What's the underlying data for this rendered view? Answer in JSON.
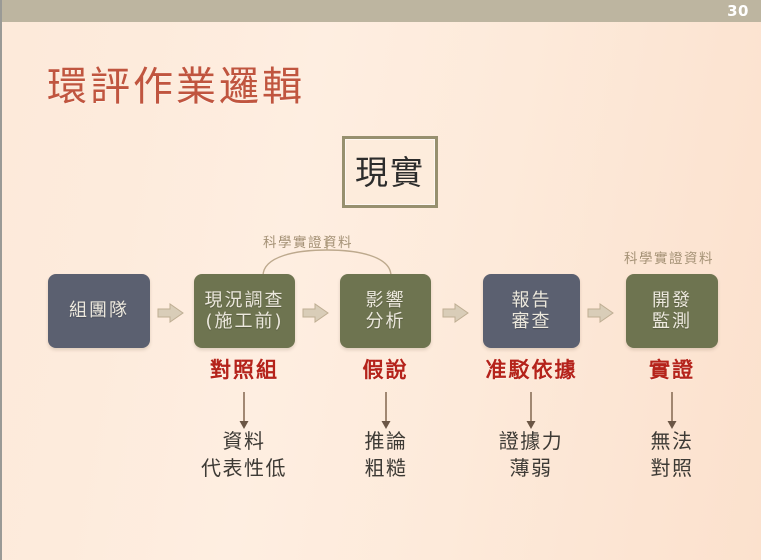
{
  "slide": {
    "page_number": "30",
    "title": "環評作業邏輯",
    "colors": {
      "background": "#fdeada",
      "topbar": "#bdb5a0",
      "title_text": "#c0553f",
      "box_slate": "#5b6070",
      "box_olive": "#6e7450",
      "caption_red": "#b5231b",
      "annotation": "#a59276",
      "reality_border": "#97906f",
      "arrow_fill": "#d9cdb8",
      "down_arrow": "#6b5645"
    }
  },
  "reality": {
    "label": "現實"
  },
  "annotations": [
    {
      "id": "left",
      "text": "科學實證資料"
    },
    {
      "id": "right",
      "text": "科學實證資料"
    }
  ],
  "process": {
    "boxes": [
      {
        "id": "box1",
        "style": "slate",
        "lines": [
          "組團隊"
        ],
        "caption": "",
        "note": []
      },
      {
        "id": "box2",
        "style": "olive",
        "lines": [
          "現況調查",
          "(施工前)"
        ],
        "caption": "對照組",
        "note": [
          "資料",
          "代表性低"
        ]
      },
      {
        "id": "box3",
        "style": "olive",
        "lines": [
          "影響",
          "分析"
        ],
        "caption": "假說",
        "note": [
          "推論",
          "粗糙"
        ]
      },
      {
        "id": "box4",
        "style": "slate",
        "lines": [
          "報告",
          "審查"
        ],
        "caption": "准駁依據",
        "note": [
          "證據力",
          "薄弱"
        ]
      },
      {
        "id": "box5",
        "style": "olive",
        "lines": [
          "開發",
          "監測"
        ],
        "caption": "實證",
        "note": [
          "無法",
          "對照"
        ]
      }
    ],
    "arrow_count": 4
  },
  "flat": {
    "box1_l1": "組團隊",
    "box2_l1": "現況調查",
    "box2_l2": "(施工前)",
    "box3_l1": "影響",
    "box3_l2": "分析",
    "box4_l1": "報告",
    "box4_l2": "審查",
    "box5_l1": "開發",
    "box5_l2": "監測",
    "cap2": "對照組",
    "cap3": "假說",
    "cap4": "准駁依據",
    "cap5": "實證",
    "note2_l1": "資料",
    "note2_l2": "代表性低",
    "note3_l1": "推論",
    "note3_l2": "粗糙",
    "note4_l1": "證據力",
    "note4_l2": "薄弱",
    "note5_l1": "無法",
    "note5_l2": "對照"
  }
}
